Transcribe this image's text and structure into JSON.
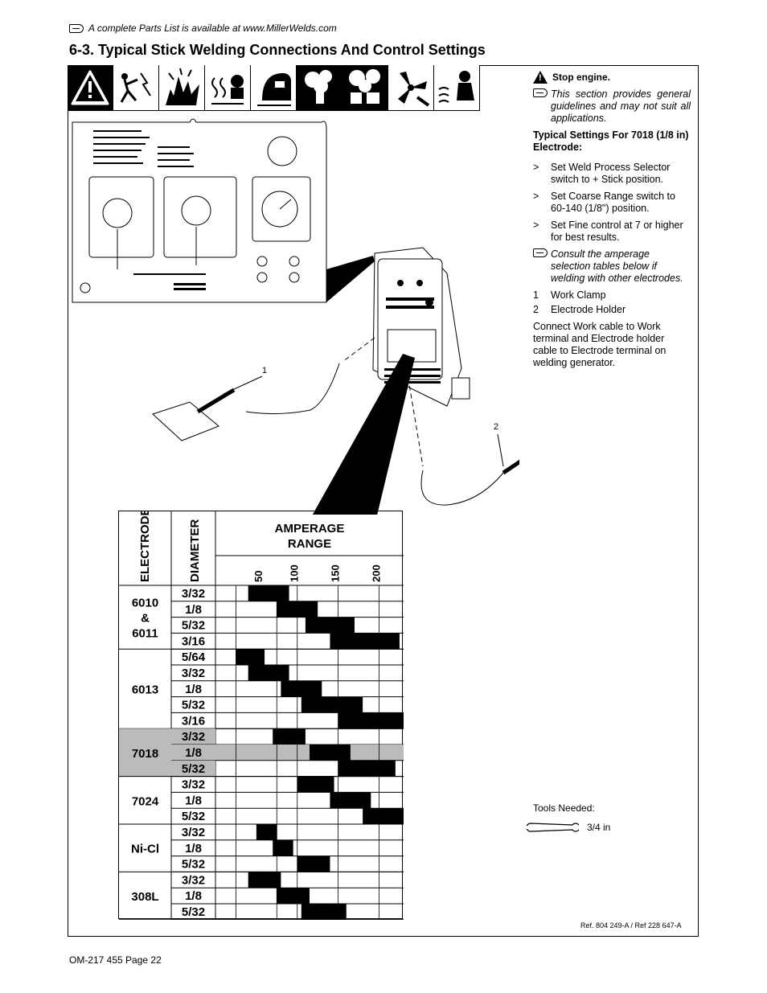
{
  "header_note": "A complete Parts List is available at www.MillerWelds.com",
  "section_title": "6-3.   Typical Stick Welding Connections And Control Settings",
  "hazard_icons": [
    "warning-icon",
    "electric-shock-icon",
    "fire-explosion-icon",
    "fumes-icon",
    "welding-helmet-icon",
    "exhaust-icon",
    "engine-exhaust-icon",
    "moving-parts-icon",
    "hot-parts-icon"
  ],
  "right_column": {
    "stop_engine": "Stop engine.",
    "note1": "This section provides general guidelines and may not suit all applications.",
    "settings_heading": "Typical Settings For 7018 (1/8 in) Electrode:",
    "steps": [
      "Set Weld Process Selector switch to + Stick position.",
      "Set Coarse Range switch to 60-140  (1/8\") position.",
      "Set Fine control at 7 or higher for best results."
    ],
    "note2": "Consult the amperage selection tables below if welding with other electrodes.",
    "legend": [
      {
        "num": "1",
        "text": "Work Clamp"
      },
      {
        "num": "2",
        "text": "Electrode Holder"
      }
    ],
    "connect_text": "Connect Work cable to Work terminal and Electrode holder cable to Electrode terminal on welding generator."
  },
  "diagram_labels": {
    "callout1": "1",
    "callout2": "2"
  },
  "tools": {
    "label": "Tools Needed:",
    "value": "3/4 in",
    "icon": "wrench-icon"
  },
  "reference": "Ref. 804 249-A / Ref 228 647-A",
  "footer": "OM-217 455 Page 22",
  "chart_data": {
    "type": "table",
    "headers": {
      "electrode": "ELECTRODE",
      "diameter": "DIAMETER",
      "amperage_line1": "AMPERAGE",
      "amperage_line2": "RANGE"
    },
    "amp_ticks": [
      "50",
      "100",
      "150",
      "200"
    ],
    "highlight_group": "7018",
    "highlight_color": "#bbbbbb",
    "groups": [
      {
        "electrode": "6010\n&\n6011",
        "lines": [
          "6010",
          "&",
          "6011"
        ],
        "rows": [
          {
            "diameter": "3/32",
            "min": 40,
            "max": 90
          },
          {
            "diameter": "1/8",
            "min": 75,
            "max": 125
          },
          {
            "diameter": "5/32",
            "min": 110,
            "max": 170
          },
          {
            "diameter": "3/16",
            "min": 140,
            "max": 225
          }
        ]
      },
      {
        "electrode": "6013",
        "lines": [
          "6013"
        ],
        "rows": [
          {
            "diameter": "5/64",
            "min": 25,
            "max": 60
          },
          {
            "diameter": "3/32",
            "min": 40,
            "max": 90
          },
          {
            "diameter": "1/8",
            "min": 80,
            "max": 130
          },
          {
            "diameter": "5/32",
            "min": 105,
            "max": 180
          },
          {
            "diameter": "3/16",
            "min": 150,
            "max": 230
          }
        ]
      },
      {
        "electrode": "7018",
        "lines": [
          "7018"
        ],
        "rows": [
          {
            "diameter": "3/32",
            "min": 70,
            "max": 110
          },
          {
            "diameter": "1/8",
            "min": 115,
            "max": 165
          },
          {
            "diameter": "5/32",
            "min": 150,
            "max": 220
          }
        ]
      },
      {
        "electrode": "7024",
        "lines": [
          "7024"
        ],
        "rows": [
          {
            "diameter": "3/32",
            "min": 100,
            "max": 145
          },
          {
            "diameter": "1/8",
            "min": 140,
            "max": 190
          },
          {
            "diameter": "5/32",
            "min": 180,
            "max": 230
          }
        ]
      },
      {
        "electrode": "Ni-Cl",
        "lines": [
          "Ni-Cl"
        ],
        "rows": [
          {
            "diameter": "3/32",
            "min": 50,
            "max": 75
          },
          {
            "diameter": "1/8",
            "min": 70,
            "max": 95
          },
          {
            "diameter": "5/32",
            "min": 100,
            "max": 140
          }
        ]
      },
      {
        "electrode": "308L",
        "lines": [
          "308L"
        ],
        "rows": [
          {
            "diameter": "3/32",
            "min": 40,
            "max": 80
          },
          {
            "diameter": "1/8",
            "min": 75,
            "max": 115
          },
          {
            "diameter": "5/32",
            "min": 105,
            "max": 160
          }
        ]
      }
    ]
  }
}
